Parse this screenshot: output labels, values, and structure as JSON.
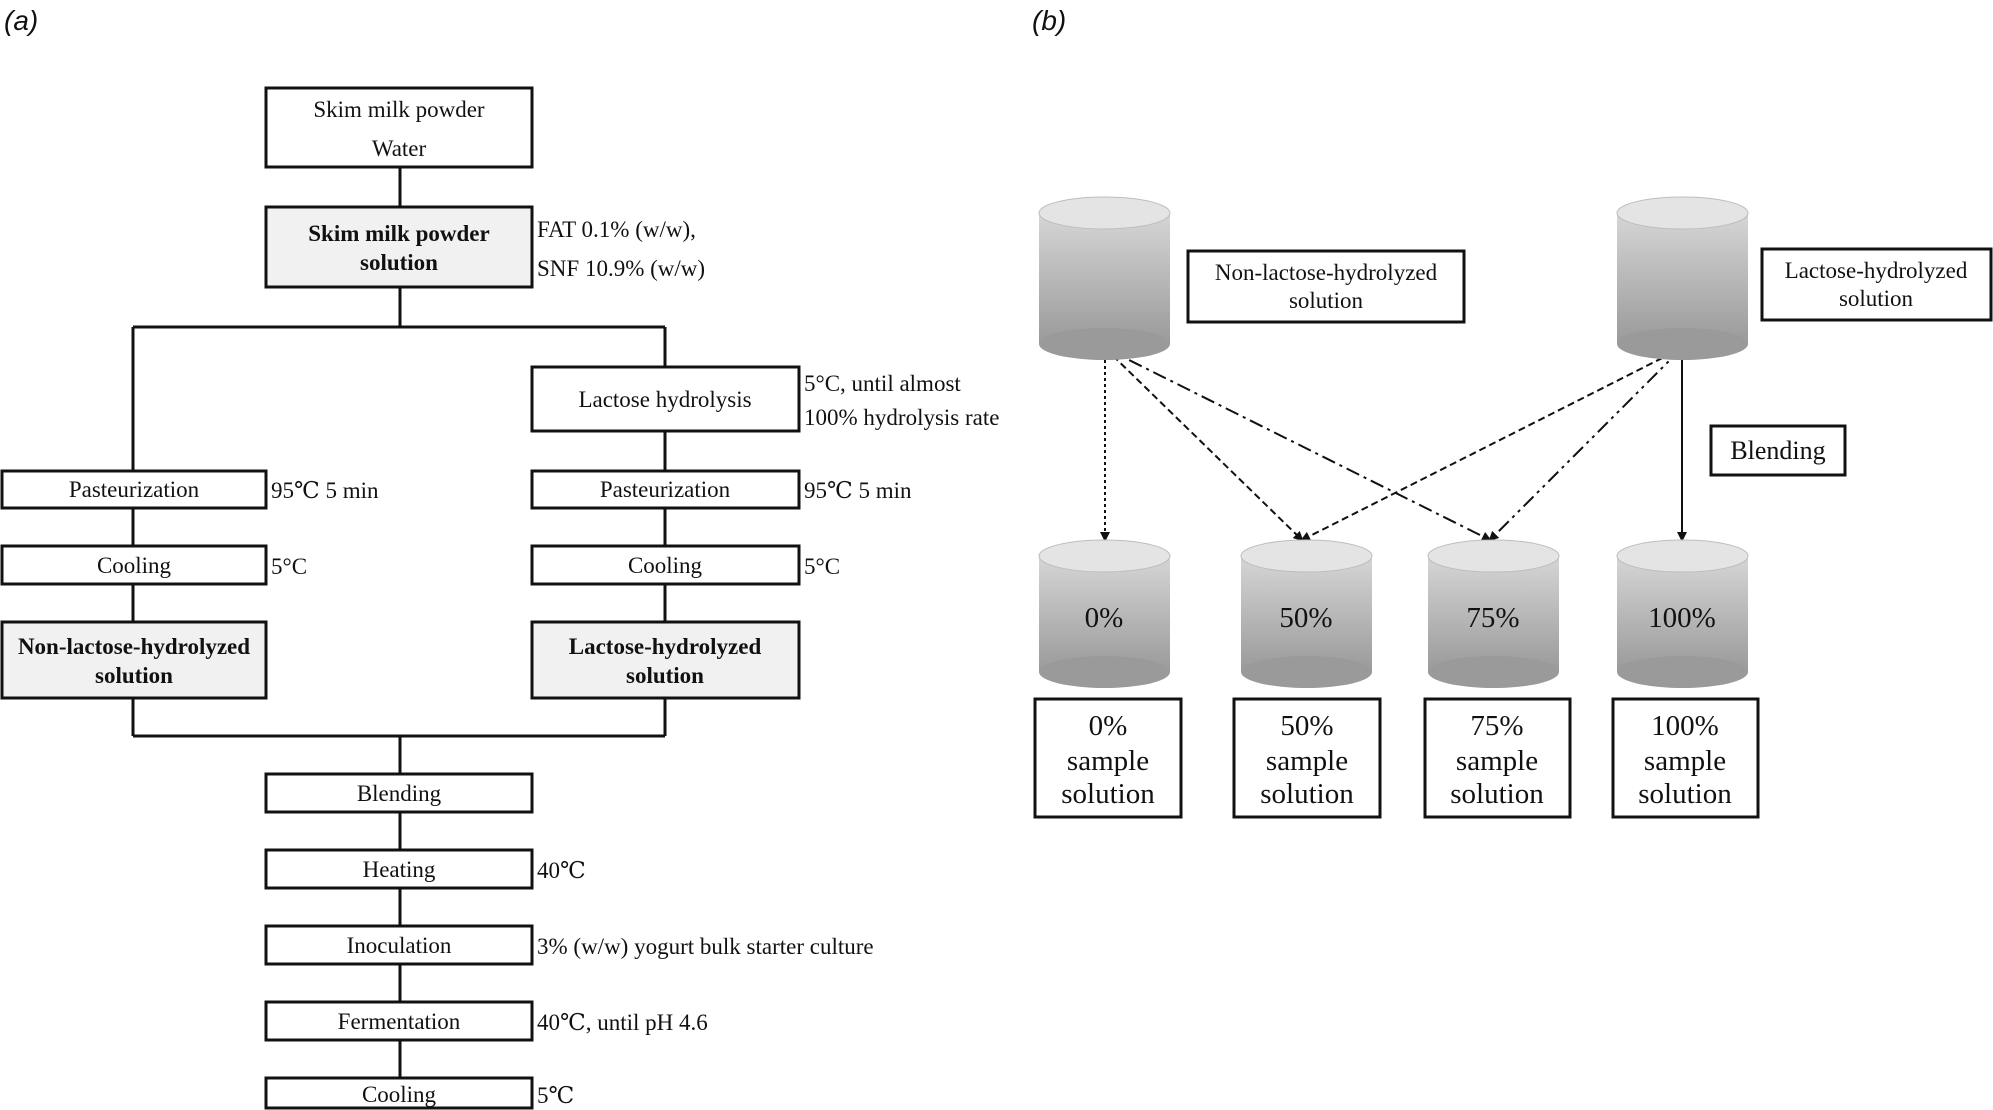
{
  "panel_a": {
    "label": "(a)",
    "top_box": {
      "line1": "Skim milk powder",
      "line2": "Water"
    },
    "solution_box": {
      "line1": "Skim milk powder",
      "line2": "solution",
      "note1": "FAT 0.1% (w/w),",
      "note2": "SNF 10.9% (w/w)"
    },
    "left_branch": {
      "pasteurization": "Pasteurization",
      "pasteurization_note": "95℃ 5 min",
      "cooling": "Cooling",
      "cooling_note": "5°C",
      "result_line1": "Non-lactose-hydrolyzed",
      "result_line2": "solution"
    },
    "right_branch": {
      "hydrolysis": "Lactose hydrolysis",
      "hydrolysis_note1": "5°C, until almost",
      "hydrolysis_note2": "100% hydrolysis rate",
      "pasteurization": "Pasteurization",
      "pasteurization_note": "95℃ 5 min",
      "cooling": "Cooling",
      "cooling_note": "5°C",
      "result_line1": "Lactose-hydrolyzed",
      "result_line2": "solution"
    },
    "steps": [
      {
        "label": "Blending",
        "note": ""
      },
      {
        "label": "Heating",
        "note": "40℃"
      },
      {
        "label": "Inoculation",
        "note": "3% (w/w) yogurt bulk starter culture"
      },
      {
        "label": "Fermentation",
        "note": "40℃, until pH 4.6"
      },
      {
        "label": "Cooling",
        "note": "5℃"
      }
    ]
  },
  "panel_b": {
    "label": "(b)",
    "source_left": {
      "line1": "Non-lactose-hydrolyzed",
      "line2": "solution"
    },
    "source_right": {
      "line1": "Lactose-hydrolyzed",
      "line2": "solution"
    },
    "blending_label": "Blending",
    "samples": [
      {
        "percent": "0%",
        "line1": "0%",
        "line2": "sample",
        "line3": "solution"
      },
      {
        "percent": "50%",
        "line1": "50%",
        "line2": "sample",
        "line3": "solution"
      },
      {
        "percent": "75%",
        "line1": "75%",
        "line2": "sample",
        "line3": "solution"
      },
      {
        "percent": "100%",
        "line1": "100%",
        "line2": "sample",
        "line3": "solution"
      }
    ],
    "colors": {
      "cylinder_top": "#d4d4d4",
      "cylinder_bottom": "#9b9b9b",
      "box_fill": "#f1f1f1"
    }
  }
}
